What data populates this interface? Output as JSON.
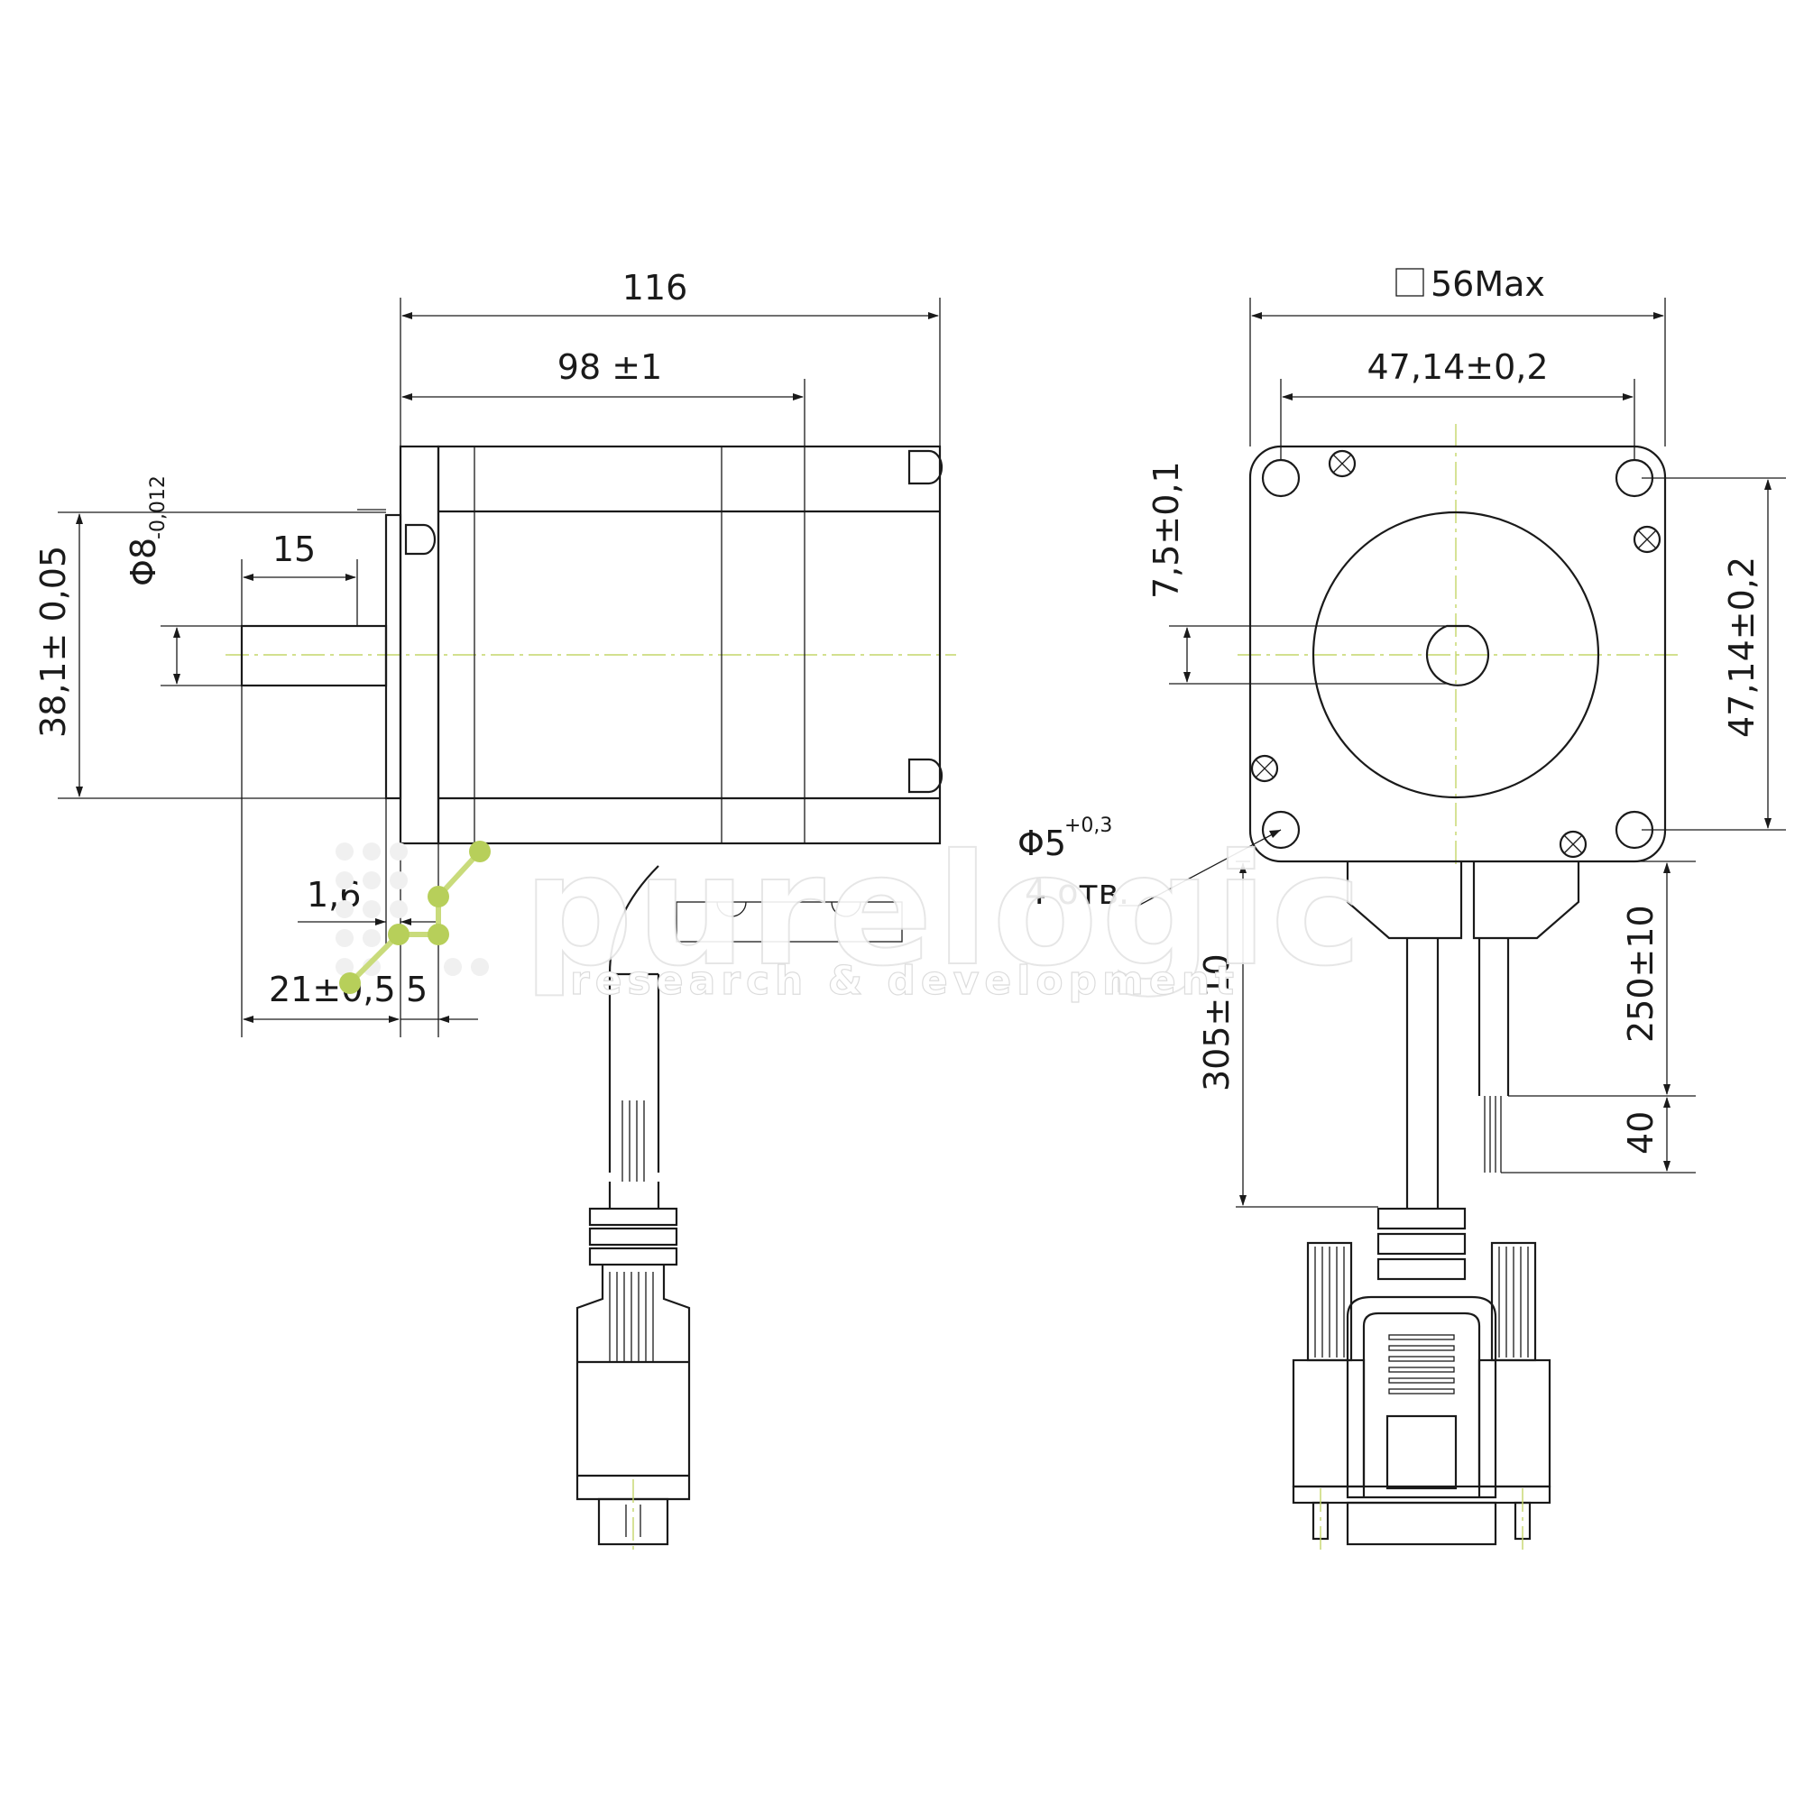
{
  "dimensions": {
    "overall_length": "116",
    "body_length": "98 ±1",
    "shaft_length": "15",
    "shaft_diameter_main": "Φ8",
    "shaft_diameter_tol": "-0,012",
    "pilot_diameter": "38,1± 0,05",
    "flange_thickness": "1,6",
    "shaft_overall": "21±0,5",
    "pilot_length": "5",
    "square_size": "56Max",
    "hole_spacing_h": "47,14±0,2",
    "hole_spacing_v": "47,14±0,2",
    "flat_depth": "7,5±0,1",
    "hole_diameter_main": "Φ5",
    "hole_diameter_tol": "+0,3",
    "hole_count": "4 отв.",
    "cable_encoder": "305±10",
    "cable_motor": "250±10",
    "strip_length": "40"
  },
  "watermark": {
    "brand": "purelogic",
    "tagline": "research & development"
  },
  "colors": {
    "line": "#1a1a1a",
    "axis": "#c4d66a",
    "logo_green": "#b7cf5a"
  }
}
